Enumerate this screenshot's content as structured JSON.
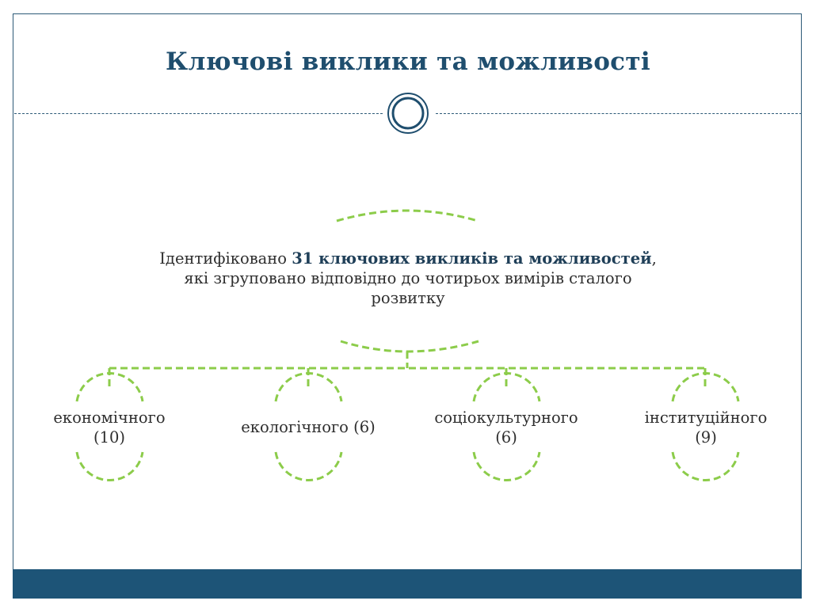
{
  "slide": {
    "title": "Ключові виклики та можливості"
  },
  "center": {
    "prefix": "Ідентифіковано ",
    "highlight": "31 ключових викликів та можливостей",
    "suffix": ", які згруповано відповідно до чотирьох вимірів сталого розвитку"
  },
  "dimensions": [
    {
      "label": "економічного (10)"
    },
    {
      "label": "екологічного (6)"
    },
    {
      "label": "соціокультурного (6)"
    },
    {
      "label": "інституційного (9)"
    }
  ],
  "colors": {
    "title": "#1f4e6e",
    "accent_green": "#8ccc4a",
    "frame": "#2d5a77",
    "footer": "#1d5477"
  }
}
